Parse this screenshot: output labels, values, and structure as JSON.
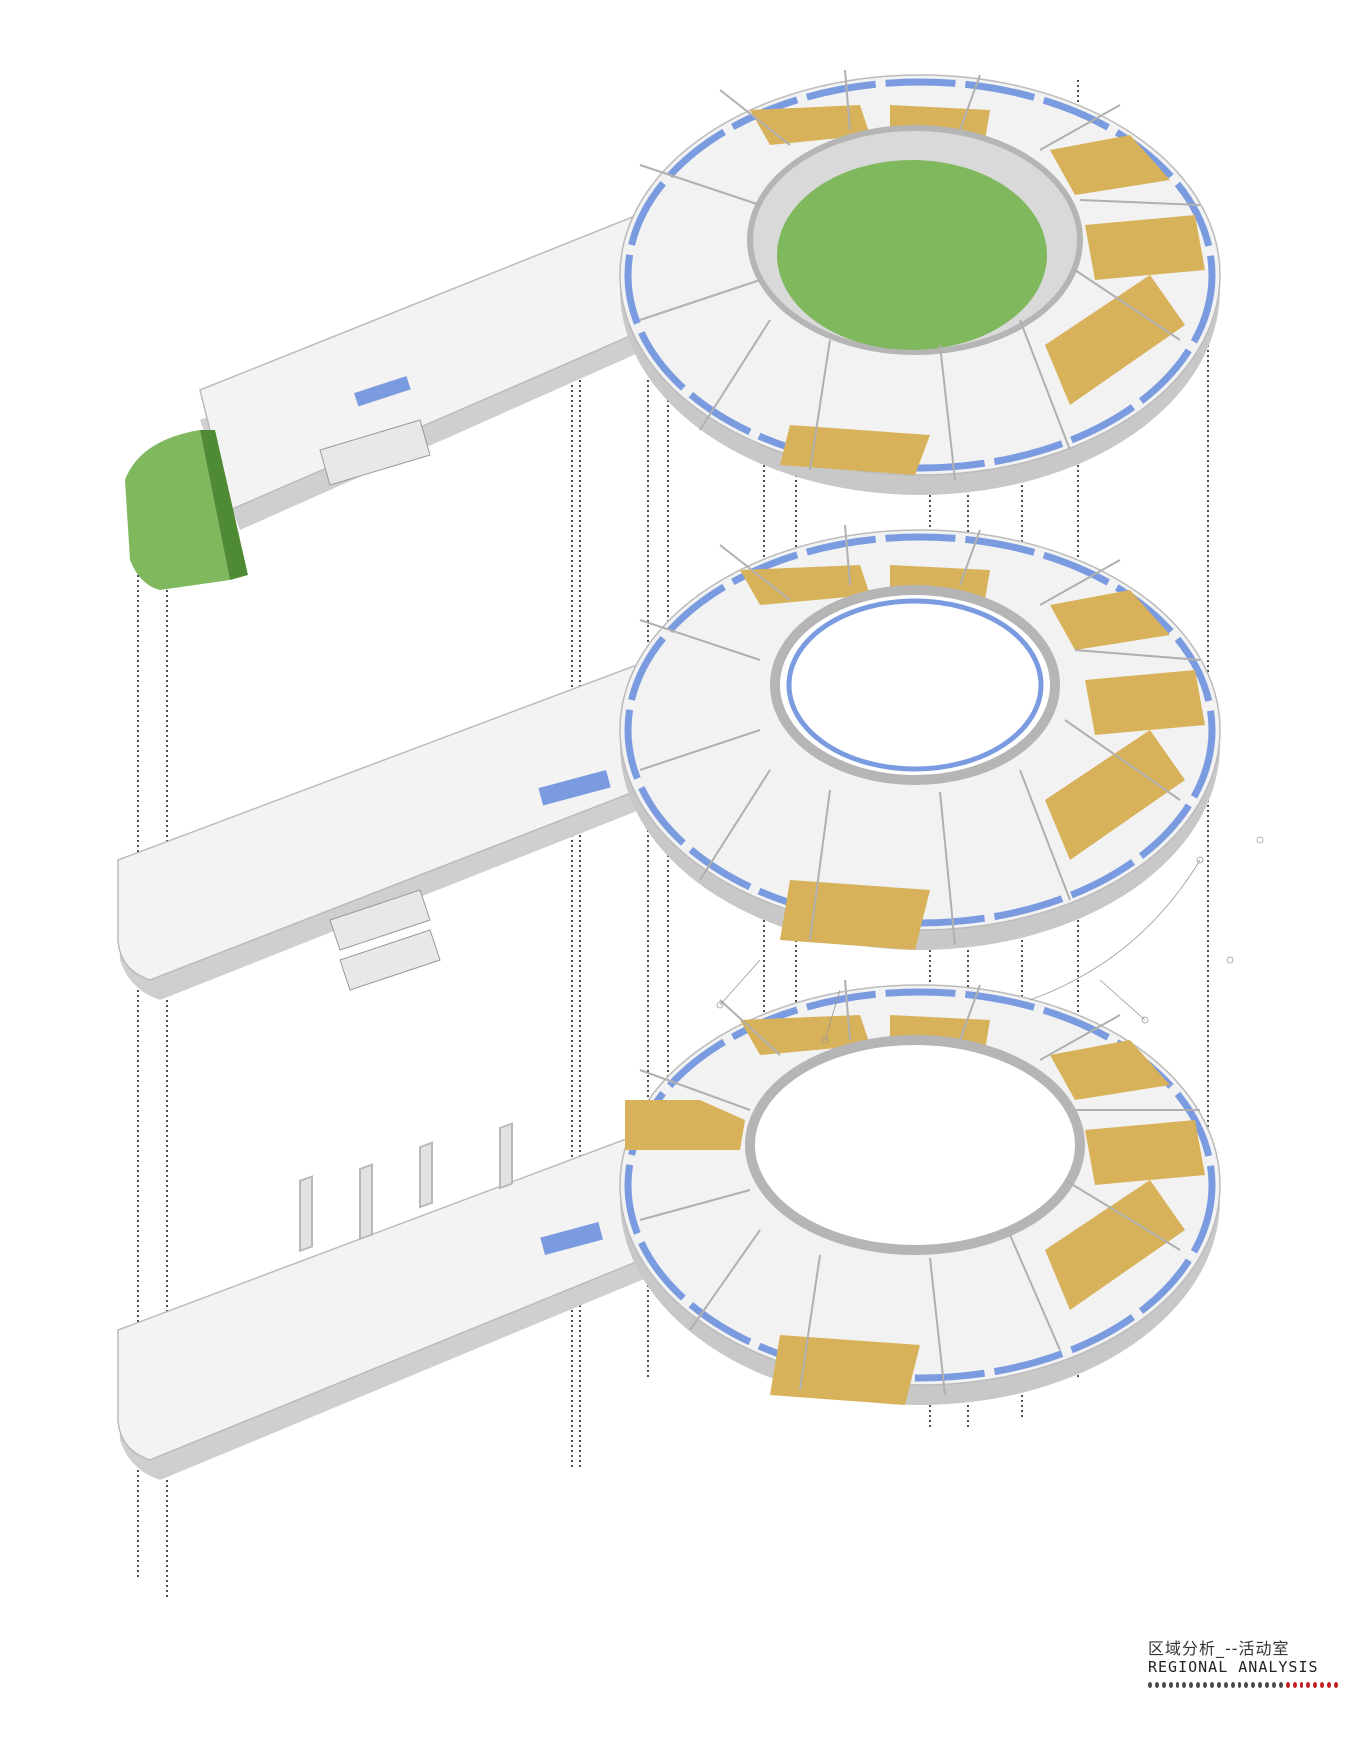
{
  "caption": {
    "title_cn": "区域分析_--活动室",
    "title_en": "REGIONAL ANALYSIS"
  },
  "colors": {
    "wall": "#e4e4e4",
    "wall_dark": "#b9b9b9",
    "floor": "#f1f1f1",
    "activity_room": "#d8b25a",
    "activity_room_shade": "#a8843a",
    "glass": "#7a9be0",
    "lawn": "#7fb85d",
    "lawn_shade": "#4f8a35",
    "projection_line": "#222222",
    "dot_dark": "#4a4a4a",
    "dot_red": "#c61f1f"
  },
  "floors": [
    {
      "id": "roof-level",
      "center_lawn": true,
      "tail_lawn": true
    },
    {
      "id": "middle-level",
      "center_lawn": false,
      "tail_lawn": false
    },
    {
      "id": "ground-level",
      "center_lawn": false,
      "tail_lawn": false
    }
  ],
  "legend_dots": {
    "dark_count": 20,
    "red_count": 8
  }
}
